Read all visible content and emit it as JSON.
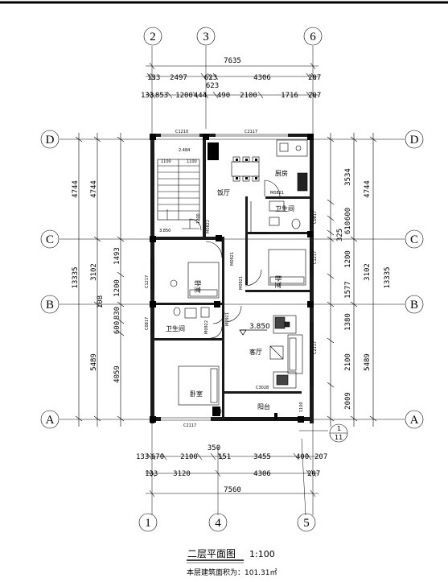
{
  "title": "二层平面图",
  "scale": "1:100",
  "area_note": "本层建筑面积为：101.31㎡",
  "elevation": "3.850",
  "section_mark": {
    "top": "1",
    "bottom": "11"
  },
  "axes": {
    "top": [
      "2",
      "3",
      "6"
    ],
    "bottom": [
      "1",
      "4",
      "5"
    ],
    "left": [
      "D",
      "C",
      "B",
      "A"
    ],
    "right": [
      "D",
      "C",
      "B",
      "A"
    ]
  },
  "dims_top_total": "7635",
  "dims_top_row2": [
    "133",
    "2497",
    "623",
    "623",
    "4306",
    "207"
  ],
  "dims_top_row3": [
    "133",
    "853",
    "1200",
    "444",
    "490",
    "2100",
    "1716",
    "207"
  ],
  "dims_bottom_row1": [
    "133",
    "670",
    "2100",
    "350",
    "151",
    "3455",
    "400",
    "207"
  ],
  "dims_bottom_row2": [
    "133",
    "3120",
    "4306",
    "207"
  ],
  "dims_bottom_total": "7560",
  "dims_left_outer": [
    "4744",
    "4744",
    "13335",
    "3102",
    "1493",
    "5489",
    "1200",
    "108",
    "830",
    "600",
    "4059"
  ],
  "dims_right": [
    "3534",
    "4744",
    "600",
    "610",
    "325",
    "1200",
    "1577",
    "3102",
    "13335",
    "1380",
    "2100",
    "2009",
    "5489"
  ],
  "rooms": {
    "kitchen": "厨房",
    "dining": "饭厅",
    "toilet1": "卫生间",
    "toilet2": "卫生间",
    "bedroom1": "卧室",
    "bedroom2": "卧室",
    "bedroom3": "卧室",
    "living": "客厅",
    "balcony": "阳台"
  },
  "tags": {
    "c1": "C1210",
    "c2": "C2117",
    "c3": "C2117",
    "c4": "C2117",
    "c5": "C3028",
    "c6": "C0817",
    "c7": "C0817",
    "c8": "C1217",
    "c9": "C1217",
    "c10": "C2117",
    "m1": "M0821",
    "m2": "M0822",
    "m3": "M0921",
    "m4": "M0921",
    "m5": "M0821",
    "m6": "M0921",
    "m7": "M0922",
    "stair1": "2.484",
    "stair2": "1100",
    "stair3": "1100",
    "stair4": "1200",
    "stair5": "3.850",
    "v1100": "1100"
  }
}
